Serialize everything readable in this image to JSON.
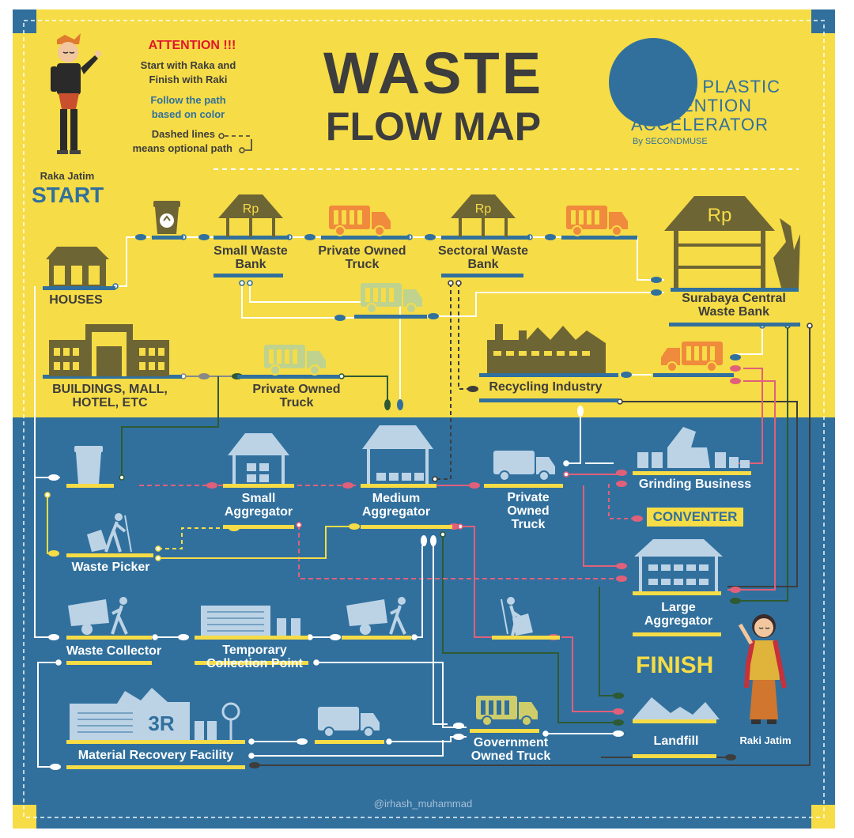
{
  "header": {
    "title_line1": "WASTE",
    "title_line2": "FLOW MAP",
    "attention": "ATTENTION !!!",
    "instr1_line1": "Start with Raka and",
    "instr1_line2": "Finish with Raki",
    "instr2_line1": "Follow the path",
    "instr2_line2": "based on color",
    "instr3_line1": "Dashed lines",
    "instr3_line2": "means optional path"
  },
  "logo": {
    "line1": "OCEAN PLASTIC",
    "line2": "PREVENTION",
    "line3": "ACCELERATOR",
    "byline": "By SECONDMUSE"
  },
  "characters": {
    "start_name": "Raka Jatim",
    "start_label": "START",
    "finish_name": "Raki Jatim",
    "finish_label": "FINISH"
  },
  "nodes": {
    "houses": "HOUSES",
    "small_waste_bank_1": "Small Waste",
    "small_waste_bank_2": "Bank",
    "private_truck_top_1": "Private Owned",
    "private_truck_top_2": "Truck",
    "sectoral_waste_bank_1": "Sectoral Waste",
    "sectoral_waste_bank_2": "Bank",
    "surabaya_1": "Surabaya Central",
    "surabaya_2": "Waste Bank",
    "buildings_1": "BUILDINGS, MALL,",
    "buildings_2": "HOTEL, ETC",
    "private_truck_mid_1": "Private Owned",
    "private_truck_mid_2": "Truck",
    "recycling": "Recycling Industry",
    "small_aggregator_1": "Small",
    "small_aggregator_2": "Aggregator",
    "medium_aggregator_1": "Medium",
    "medium_aggregator_2": "Aggregator",
    "private_truck_low_1": "Private",
    "private_truck_low_2": "Owned",
    "private_truck_low_3": "Truck",
    "grinding": "Grinding Business",
    "conventer": "CONVENTER",
    "waste_picker": "Waste Picker",
    "large_aggregator_1": "Large",
    "large_aggregator_2": "Aggregator",
    "waste_collector": "Waste Collector",
    "tcp_1": "Temporary",
    "tcp_2": "Collection Point",
    "mrf": "Material Recovery Facility",
    "mrf_badge": "3R",
    "gov_truck_1": "Government",
    "gov_truck_2": "Owned Truck",
    "landfill": "Landfill",
    "bank_badge": "Rp"
  },
  "footer": {
    "credit": "@irhash_muhammad"
  },
  "colors": {
    "yellow": "#f6dc46",
    "blue": "#31709d",
    "dark_text": "#3d3d3d",
    "olive": "#6e6535",
    "orange_truck": "#f08a3c",
    "pink_path": "#e0607a",
    "green_path": "#2e5a33",
    "light_blue_icon": "#bcd3e6"
  }
}
